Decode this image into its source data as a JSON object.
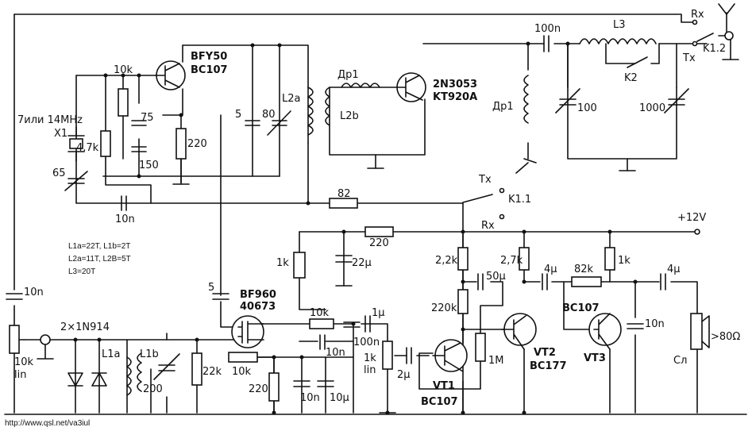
{
  "diagram": {
    "url_text": "http://www.qsl.net/va3iul",
    "notes": [
      "L1a=22T, L1b=2T",
      "L2a=11T, L2B=5T",
      "L3=20T"
    ],
    "power": "+12V",
    "speaker_imp": ">80Ω",
    "speaker_name": "Сл",
    "components": {
      "xtal_freq": "7или 14MHz",
      "xtal_name": "X1",
      "c65": "65",
      "r47k": "4,7k",
      "r10k_osc": "10k",
      "c75": "75",
      "c150": "150",
      "r220_osc": "220",
      "q1_type1": "BFY50",
      "q1_type2": "BC107",
      "c5_tank": "5",
      "c80": "80",
      "l2a": "L2a",
      "c10n_osc": "10n",
      "dr1_a": "Др1",
      "l2b": "L2b",
      "q2_type1": "2N3053",
      "q2_type2": "KT920A",
      "dr1_b": "Др1",
      "c100n_out": "100n",
      "l3": "L3",
      "k2": "K2",
      "c100": "100",
      "c1000": "1000",
      "rx_top": "Rx",
      "tx_top": "Tx",
      "k12": "K1.2",
      "r82": "82",
      "tx_k11": "Tx",
      "k11": "K1.1",
      "rx_k11": "Rx",
      "c10n_in": "10n",
      "pot10k_val": "10k",
      "pot10k_lin": "lin",
      "diodes": "2×1N914",
      "l1a": "L1a",
      "l1b": "L1b",
      "c200": "200",
      "r22k": "22k",
      "c5_gate": "5",
      "q3_type1": "BF960",
      "q3_type2": "40673",
      "r10k_src": "10k",
      "r220_src": "220",
      "c10n_src": "10n",
      "c10u_src": "10µ",
      "r10k_fb": "10k",
      "c10n_mid": "10n",
      "c100n_mid": "100n",
      "c1u": "1µ",
      "pot1k_val": "1k",
      "pot1k_lin": "lin",
      "r1k_left": "1k",
      "c22u": "22µ",
      "r220_dec": "220",
      "c2u": "2µ",
      "vt1": "VT1",
      "vt1_type": "BC107",
      "r22k_b": "2,2k",
      "r220k": "220k",
      "c50u": "50µ",
      "r1m": "1M",
      "r27k": "2,7k",
      "c4u_a": "4µ",
      "vt2": "VT2",
      "vt2_type": "BC177",
      "r82k": "82k",
      "r1k_right": "1k",
      "vt3_type": "BC107",
      "vt3": "VT3",
      "c10n_out": "10n",
      "c4u_b": "4µ"
    }
  }
}
